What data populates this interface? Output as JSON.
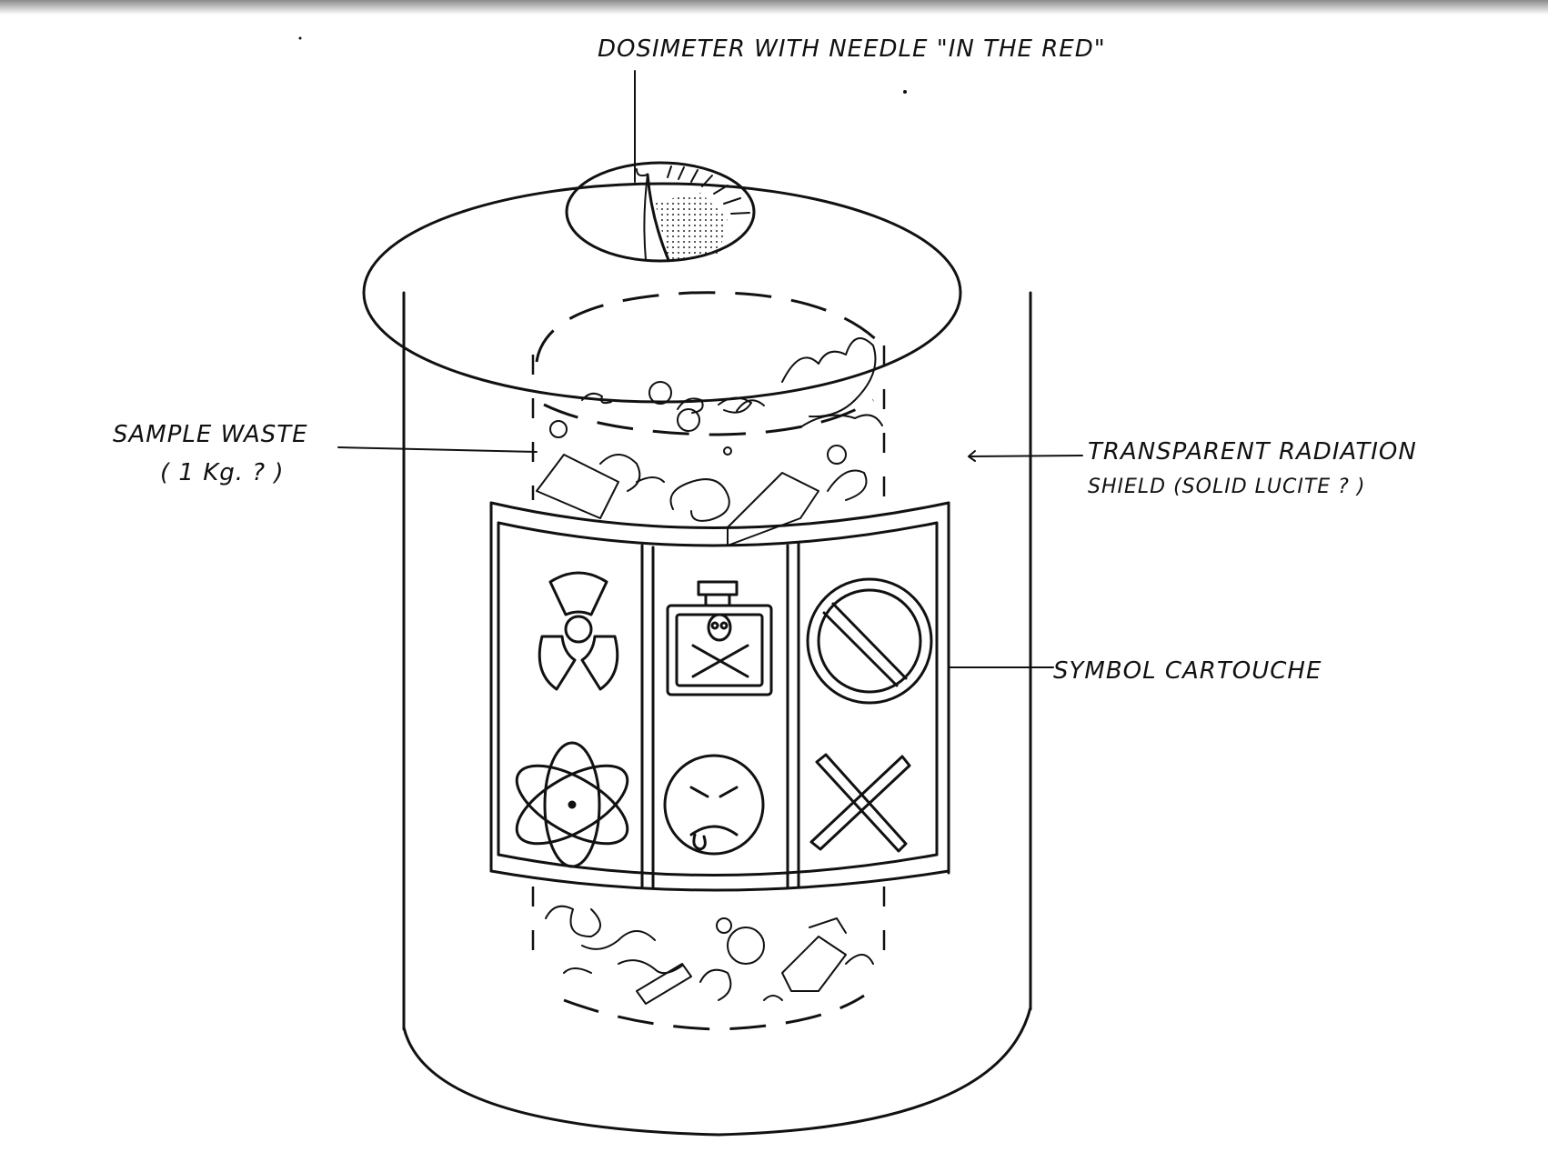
{
  "labels": {
    "dosimeter": "DOSIMETER WITH NEEDLE \"IN THE RED\"",
    "sample_waste_line1": "SAMPLE WASTE",
    "sample_waste_line2": "( 1 Kg. ? )",
    "shield_line1": "TRANSPARENT RADIATION",
    "shield_line2": "SHIELD (SOLID LUCITE ? )",
    "cartouche": "SYMBOL CARTOUCHE"
  },
  "symbols": {
    "top_row": [
      "radiation-trefoil-icon",
      "poison-bottle-skull-crossbones-icon",
      "prohibition-circle-icon"
    ],
    "bottom_row": [
      "atom-icon",
      "frowning-face-icon",
      "x-mark-icon"
    ]
  },
  "colors": {
    "ink": "#111111",
    "paper": "#ffffff"
  }
}
